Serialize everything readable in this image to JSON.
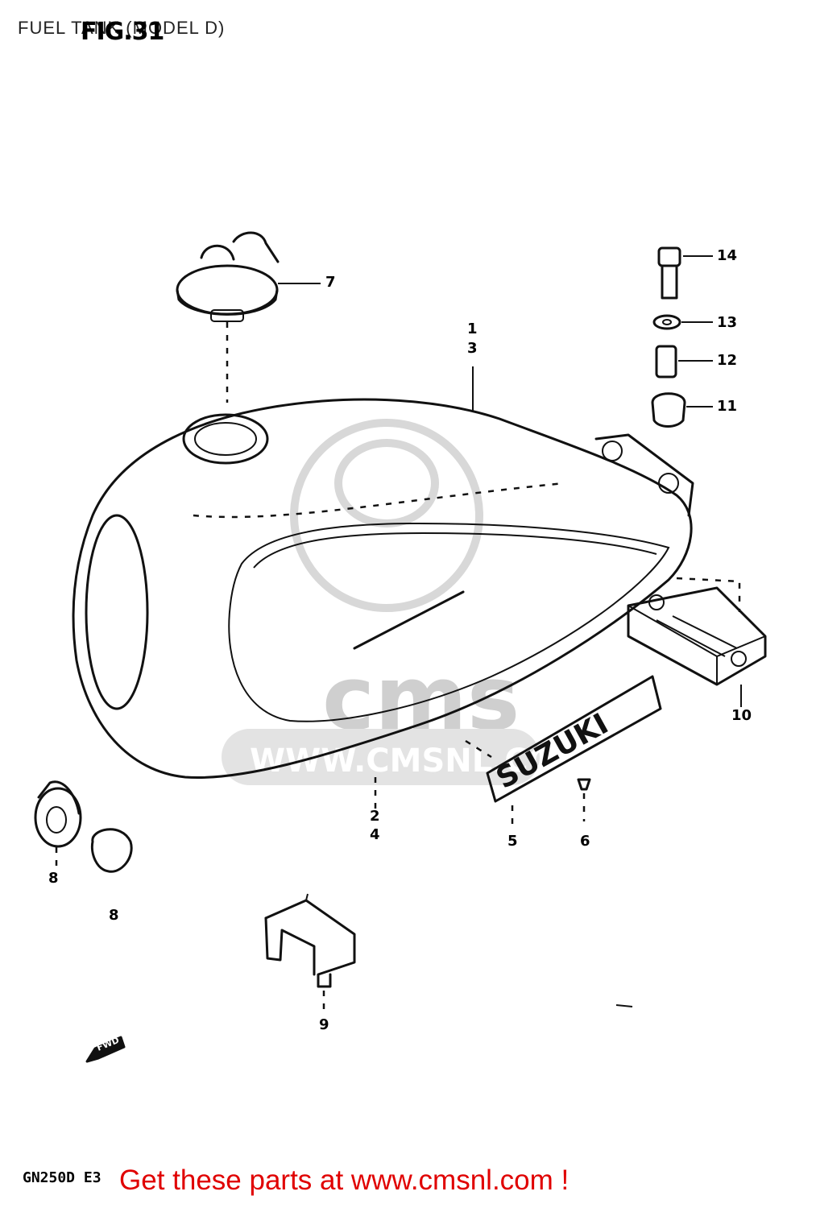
{
  "header": {
    "title": "FUEL TANK (MODEL D)",
    "figure": "FIG.31"
  },
  "watermark": {
    "logo_text": "cms",
    "url_text": "WWW.CMSNL.COM"
  },
  "badge_text": "SUZUKI",
  "fwd_arrow_text": "FWD",
  "callouts": {
    "c1": "1",
    "c3": "3",
    "c2": "2",
    "c4": "4",
    "c5": "5",
    "c6": "6",
    "c7": "7",
    "c8a": "8",
    "c8b": "8",
    "c9": "9",
    "c10": "10",
    "c11": "11",
    "c12": "12",
    "c13": "13",
    "c14": "14"
  },
  "footer": {
    "model_code": "GN250D E3",
    "promo": "Get these parts at www.cmsnl.com !"
  },
  "colors": {
    "promo": "#e00000",
    "ink": "#111111",
    "watermark": "#d8d8d8"
  }
}
